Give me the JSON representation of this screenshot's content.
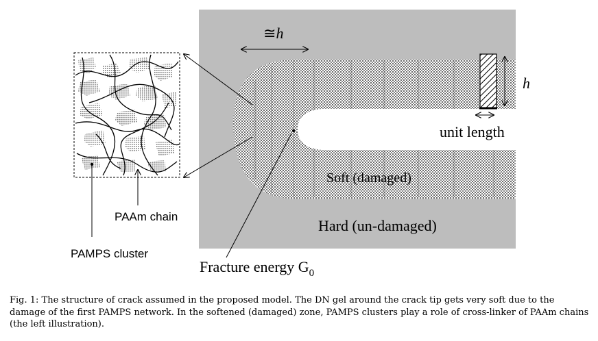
{
  "diagram": {
    "width_label": "≅",
    "width_var": "h",
    "height_label": "h",
    "unit_length_label": "unit length",
    "soft_zone_label": "Soft (damaged)",
    "hard_zone_label": "Hard (un-damaged)",
    "paam_label": "PAAm chain",
    "pamps_label": "PAMPS cluster",
    "fracture_label": "Fracture energy G",
    "fracture_sub": "0",
    "colors": {
      "hard_gray": "#bdbdbd",
      "dots": "#6f6f6f",
      "black": "#000000",
      "white": "#ffffff"
    }
  },
  "caption": {
    "text": "Fig. 1: The structure of crack assumed in the proposed model. The DN gel around the crack tip gets very soft due to the damage of the first PAMPS network. In the softened (damaged) zone, PAMPS clusters play a role of cross-linker of PAAm chains (the left illustration)."
  }
}
